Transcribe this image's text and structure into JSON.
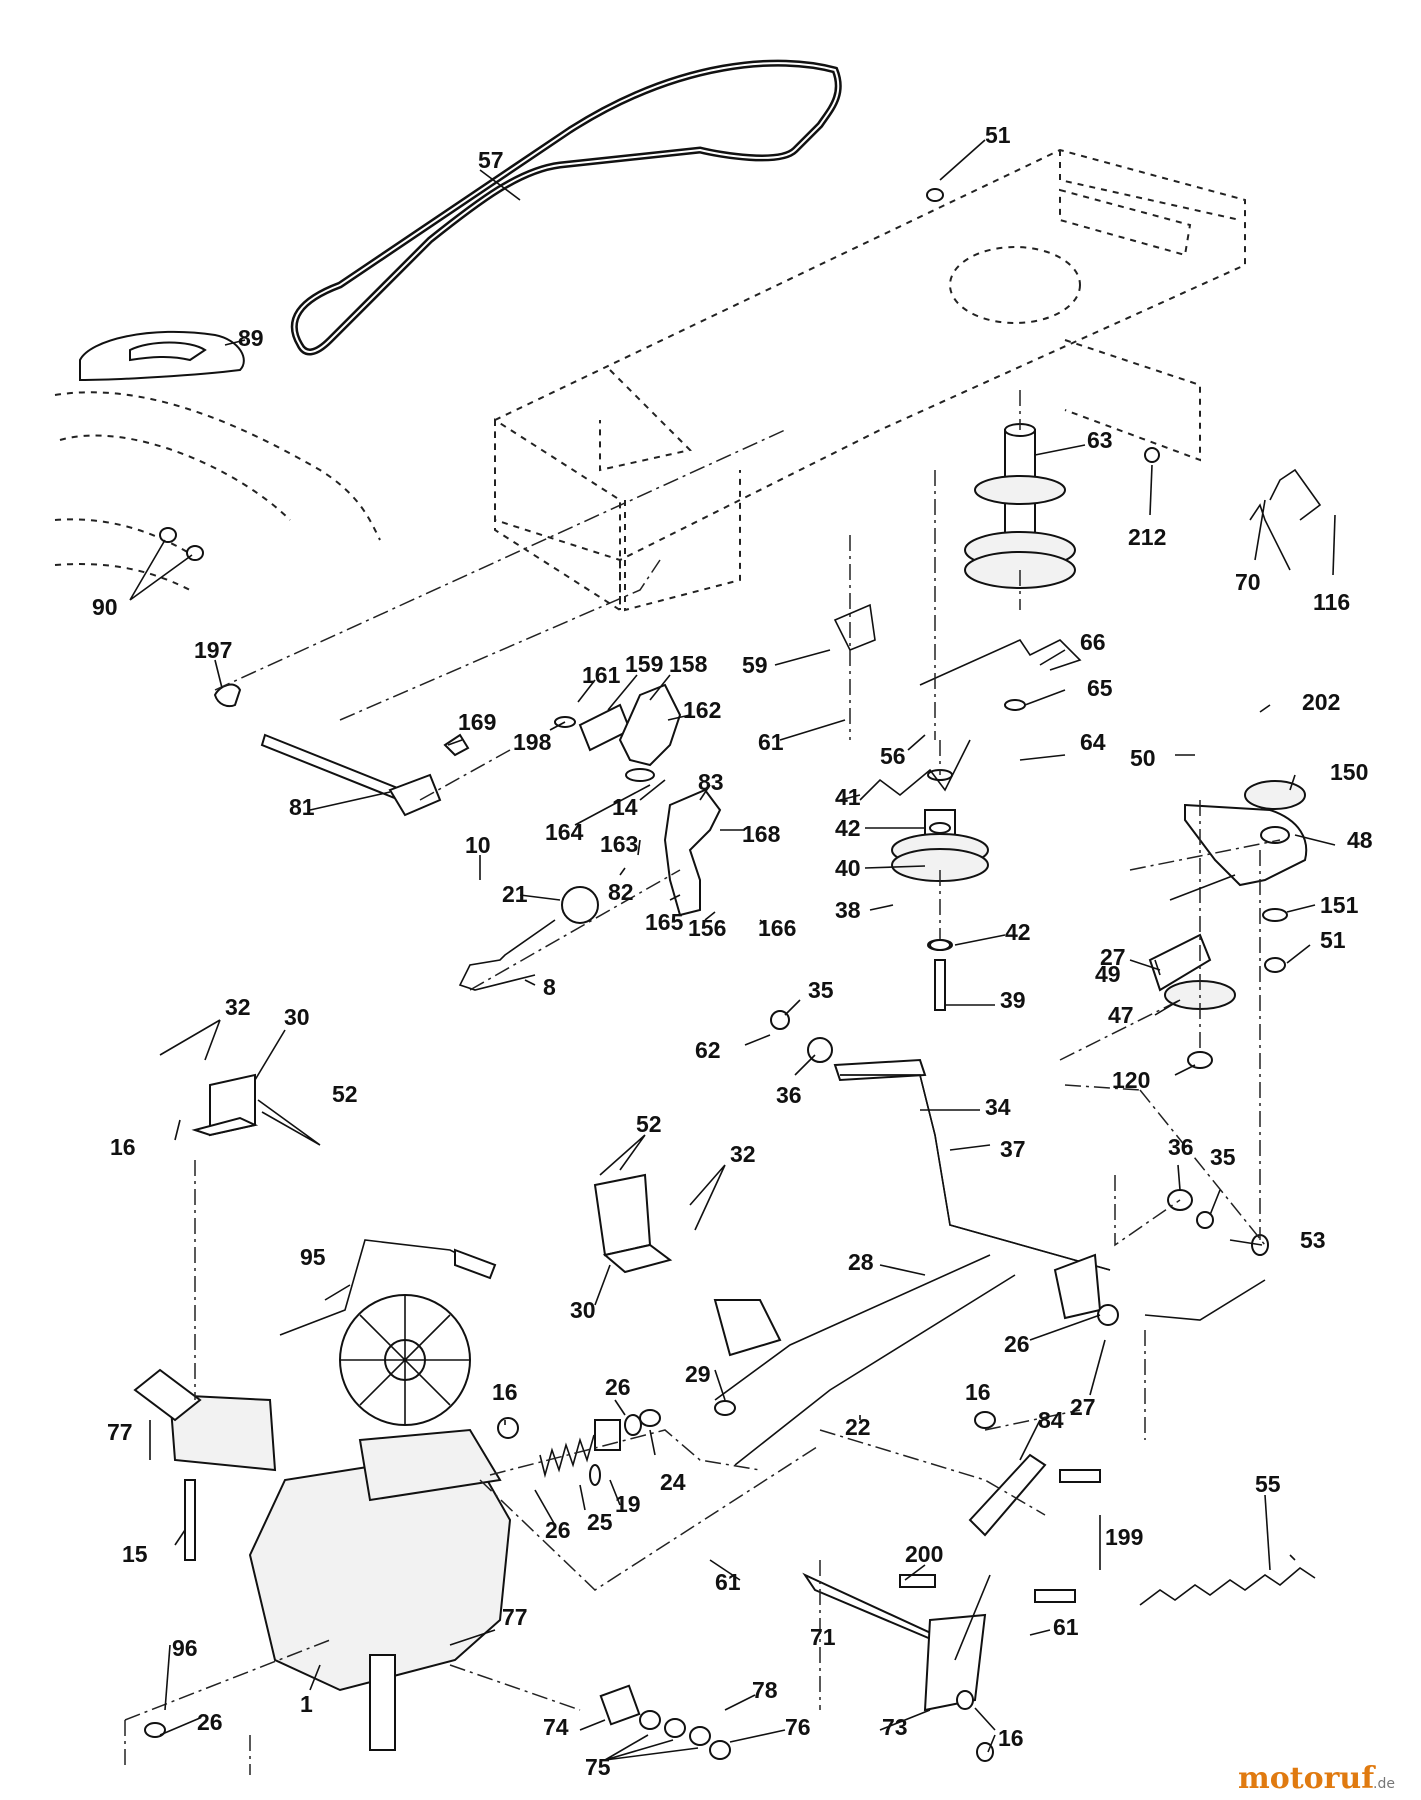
{
  "labels": [
    "57",
    "51",
    "89",
    "63",
    "212",
    "70",
    "116",
    "90",
    "197",
    "161",
    "159",
    "158",
    "169",
    "162",
    "198",
    "59",
    "66",
    "65",
    "202",
    "150",
    "61",
    "56",
    "64",
    "50",
    "48",
    "81",
    "83",
    "14",
    "164",
    "168",
    "41",
    "42",
    "40",
    "21",
    "163",
    "82",
    "165",
    "156",
    "166",
    "38",
    "42",
    "27",
    "151",
    "51",
    "10",
    "8",
    "39",
    "49",
    "47",
    "120",
    "32",
    "30",
    "35",
    "62",
    "36",
    "34",
    "37",
    "36",
    "35",
    "16",
    "52",
    "52",
    "32",
    "53",
    "95",
    "28",
    "30",
    "26",
    "27",
    "29",
    "77",
    "16",
    "26",
    "24",
    "22",
    "16",
    "84",
    "15",
    "25",
    "19",
    "26",
    "199",
    "55",
    "96",
    "77",
    "200",
    "61",
    "71",
    "61",
    "1",
    "26",
    "74",
    "78",
    "75",
    "76",
    "73",
    "16"
  ],
  "watermark": {
    "brand": "motoruf",
    "tld": ".de",
    "colors": {
      "orange": "#e07a10",
      "green": "#2d8a2d"
    }
  }
}
